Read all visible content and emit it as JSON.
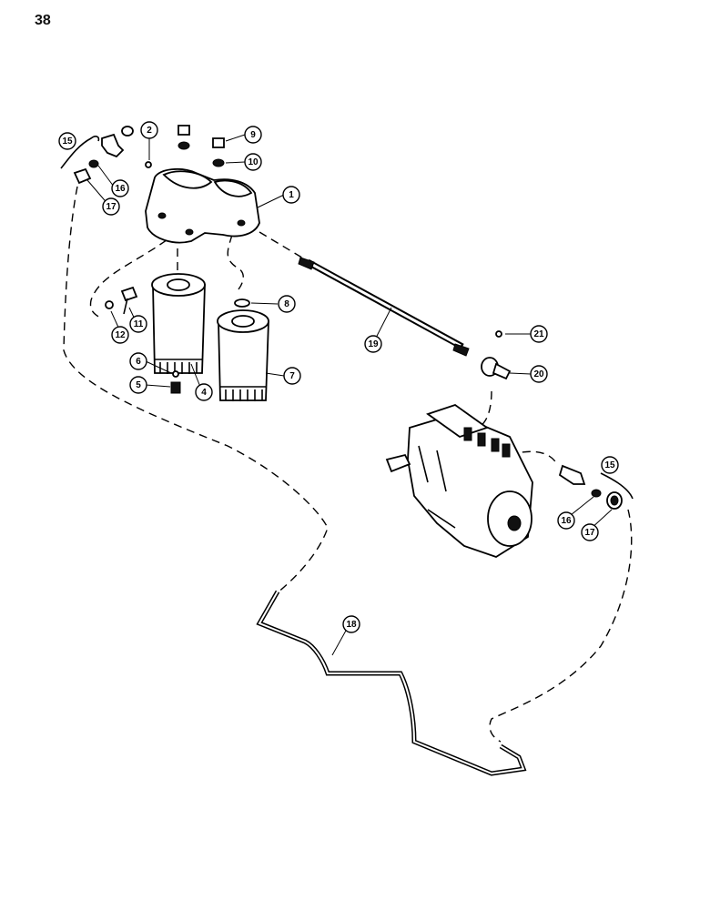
{
  "page": {
    "number": "38"
  },
  "callouts": [
    {
      "id": "c1",
      "label": "1"
    },
    {
      "id": "c2",
      "label": "2"
    },
    {
      "id": "c4",
      "label": "4"
    },
    {
      "id": "c5",
      "label": "5"
    },
    {
      "id": "c6",
      "label": "6"
    },
    {
      "id": "c7",
      "label": "7"
    },
    {
      "id": "c8",
      "label": "8"
    },
    {
      "id": "c9",
      "label": "9"
    },
    {
      "id": "c10",
      "label": "10"
    },
    {
      "id": "c11",
      "label": "11"
    },
    {
      "id": "c12",
      "label": "12"
    },
    {
      "id": "c15a",
      "label": "15"
    },
    {
      "id": "c16a",
      "label": "16"
    },
    {
      "id": "c17a",
      "label": "17"
    },
    {
      "id": "c18",
      "label": "18"
    },
    {
      "id": "c19",
      "label": "19"
    },
    {
      "id": "c20",
      "label": "20"
    },
    {
      "id": "c21",
      "label": "21"
    },
    {
      "id": "c15b",
      "label": "15"
    },
    {
      "id": "c16b",
      "label": "16"
    },
    {
      "id": "c17b",
      "label": "17"
    }
  ],
  "colors": {
    "ink": "#000000",
    "paper": "#ffffff"
  }
}
